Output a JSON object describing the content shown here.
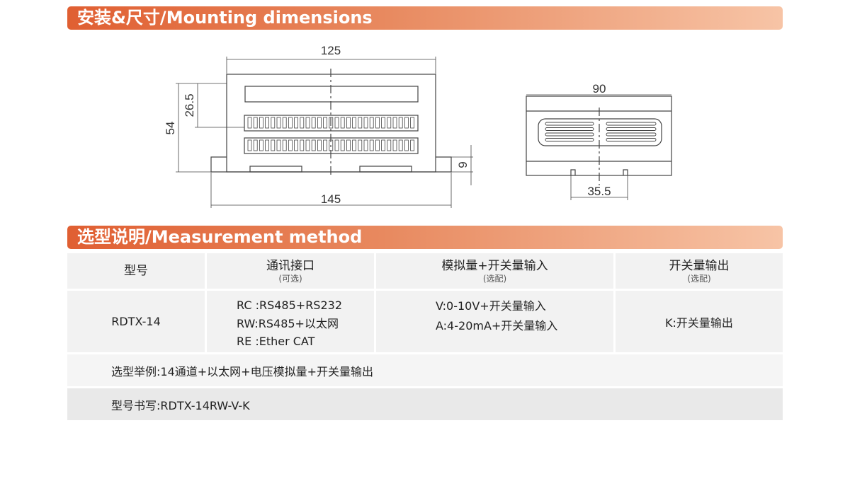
{
  "sections": {
    "mounting": {
      "title": "安装&尺寸/Mounting dimensions"
    },
    "selection": {
      "title": "选型说明/Measurement method"
    }
  },
  "dimensions": {
    "front_width_top": "125",
    "front_height_total": "54",
    "front_height_upper": "26.5",
    "front_base_height": "9",
    "front_width_bottom": "145",
    "side_width": "90",
    "side_rail_width": "35.5"
  },
  "table": {
    "headers": [
      {
        "main": "型号",
        "sub": ""
      },
      {
        "main": "通讯接口",
        "sub": "(可选)"
      },
      {
        "main": "模拟量+开关量输入",
        "sub": "(选配)"
      },
      {
        "main": "开关量输出",
        "sub": "(选配)"
      }
    ],
    "row": {
      "model": "RDTX-14",
      "comm": [
        "RC :RS485+RS232",
        "RW:RS485+以太网",
        "RE :Ether CAT"
      ],
      "inputs": [
        "V:0-10V+开关量输入",
        "A:4-20mA+开关量输入"
      ],
      "outputs": "K:开关量输出"
    },
    "example": "选型举例:14通道+以太网+电压模拟量+开关量输出",
    "order_code": "型号书写:RDTX-14RW-V-K"
  },
  "colors": {
    "banner_start": "#e05f32",
    "banner_end": "#f7c4a6",
    "cell_bg": "#f2f2f2"
  }
}
